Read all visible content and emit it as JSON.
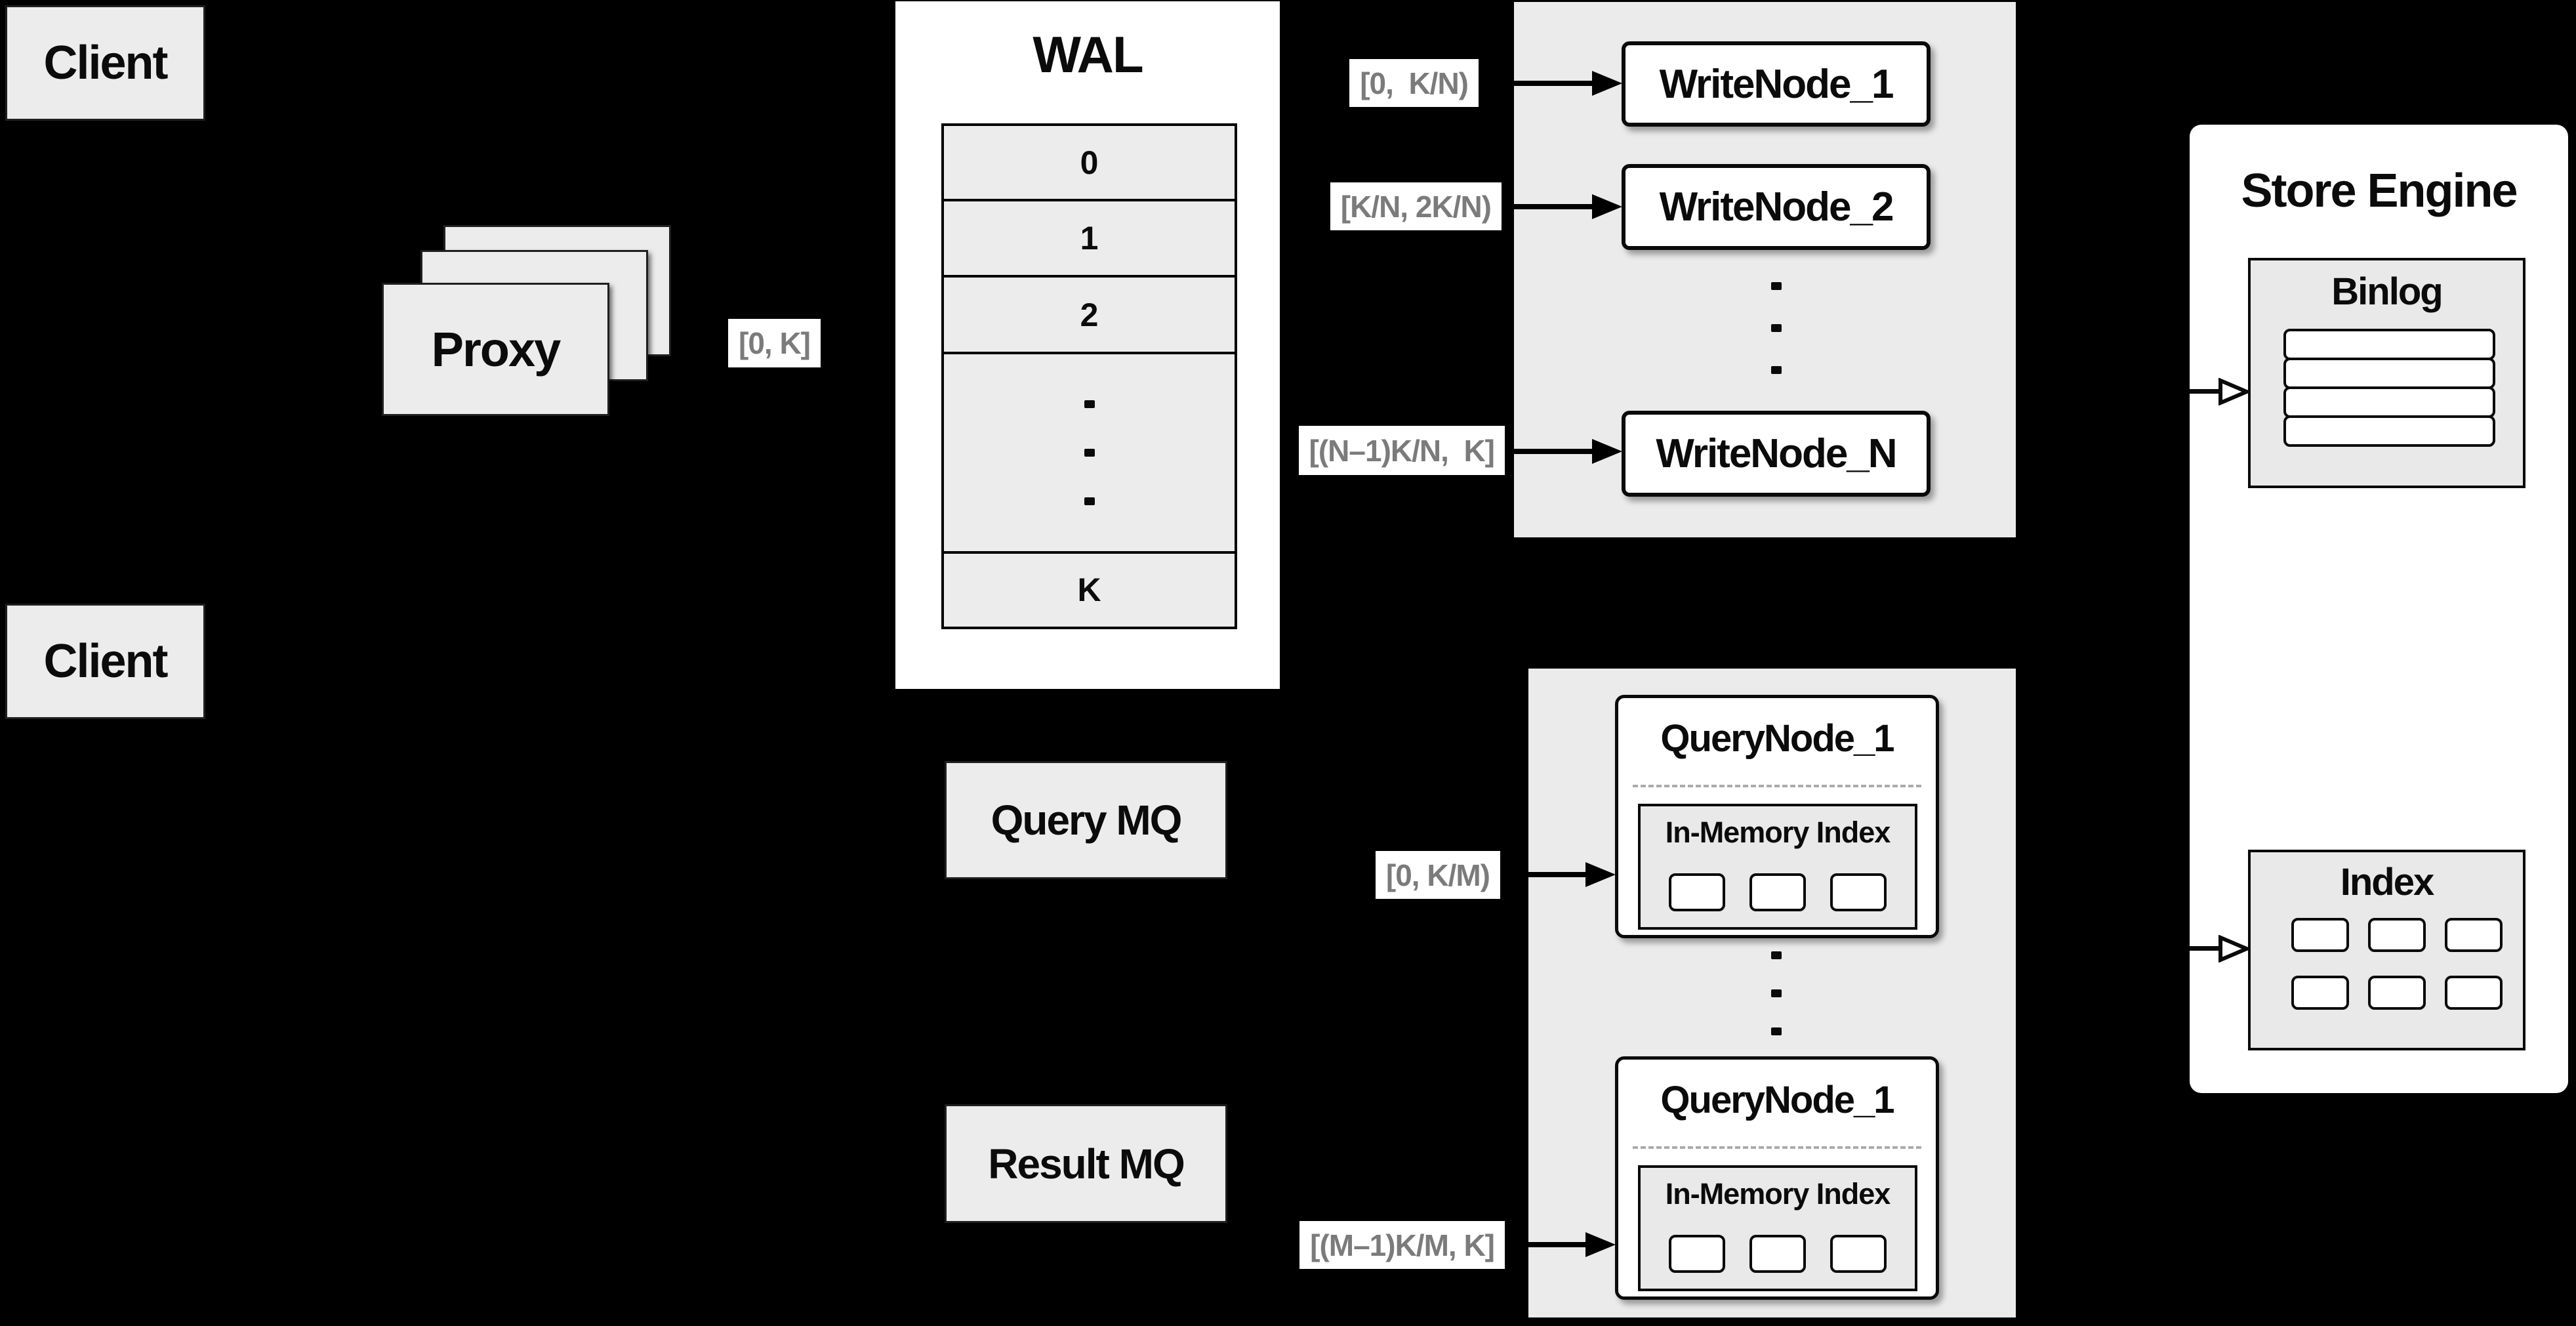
{
  "colors": {
    "background": "#000000",
    "box_gray": "#ececec",
    "panel_gray": "#ebebeb",
    "subpanel_gray": "#e9e9e9",
    "node_white": "#ffffff",
    "line_black": "#0a0a0a",
    "range_label_text": "#7b7b7b"
  },
  "clients": [
    {
      "label": "Client"
    },
    {
      "label": "Client"
    }
  ],
  "proxy": {
    "label": "Proxy",
    "range_label": "[0, K]"
  },
  "wal": {
    "title": "WAL",
    "rows": [
      "0",
      "1",
      "2",
      "K"
    ]
  },
  "write_cluster": {
    "nodes": [
      {
        "range": "[0,  K/N)",
        "name": "WriteNode_1"
      },
      {
        "range": "[K/N, 2K/N)",
        "name": "WriteNode_2"
      },
      {
        "range": "[(N–1)K/N,  K]",
        "name": "WriteNode_N"
      }
    ]
  },
  "store_engine": {
    "title": "Store Engine",
    "binlog": {
      "title": "Binlog"
    },
    "index": {
      "title": "Index"
    }
  },
  "query_mq": {
    "label": "Query MQ"
  },
  "result_mq": {
    "label": "Result MQ"
  },
  "query_cluster": {
    "nodes": [
      {
        "range": "[0, K/M)",
        "name": "QueryNode_1",
        "inner_title": "In-Memory Index"
      },
      {
        "range": "[(M–1)K/M, K]",
        "name": "QueryNode_1",
        "inner_title": "In-Memory Index"
      }
    ]
  }
}
